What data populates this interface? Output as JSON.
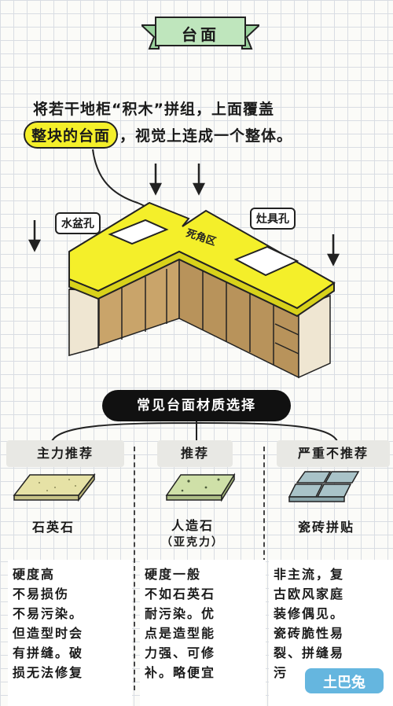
{
  "banner": {
    "title": "台面"
  },
  "intro": {
    "line1": "将若干地柜“积木”拼组，上面覆盖",
    "line2_highlight": "整块的台面",
    "line2_rest": "，视觉上连成一个整体。"
  },
  "callouts": {
    "sink": "水盆孔",
    "stove": "灶具孔",
    "corner": "死角区"
  },
  "section": {
    "title": "常见台面材质选择"
  },
  "columns": [
    {
      "header": "主力推荐",
      "material": "石英石",
      "material_sub": "",
      "swatch_color": "#e6e2a6",
      "desc": [
        "硬度高",
        "不易损伤",
        "不易污染。",
        "但造型时会",
        "有拼缝。破",
        "损无法修复"
      ]
    },
    {
      "header": "推荐",
      "material": "人造石",
      "material_sub": "（亚克力）",
      "swatch_color": "#cfe0a8",
      "desc": [
        "硬度一般",
        "不如石英石",
        "耐污染。优",
        "点是造型能",
        "力强、可修",
        "补。略便宜"
      ]
    },
    {
      "header": "严重不推荐",
      "material": "瓷砖拼贴",
      "material_sub": "",
      "swatch_color": "#a9c3c8",
      "desc": [
        "非主流，复",
        "古欧风家庭",
        "装修偶见。",
        "瓷砖脆性易",
        "裂、拼缝易",
        "污"
      ]
    }
  ],
  "watermark": {
    "text": "土巴兔"
  },
  "colors": {
    "countertop": "#f4ef2a",
    "cabinet": "#c9a46a",
    "cabinet_dark": "#a9804a"
  }
}
